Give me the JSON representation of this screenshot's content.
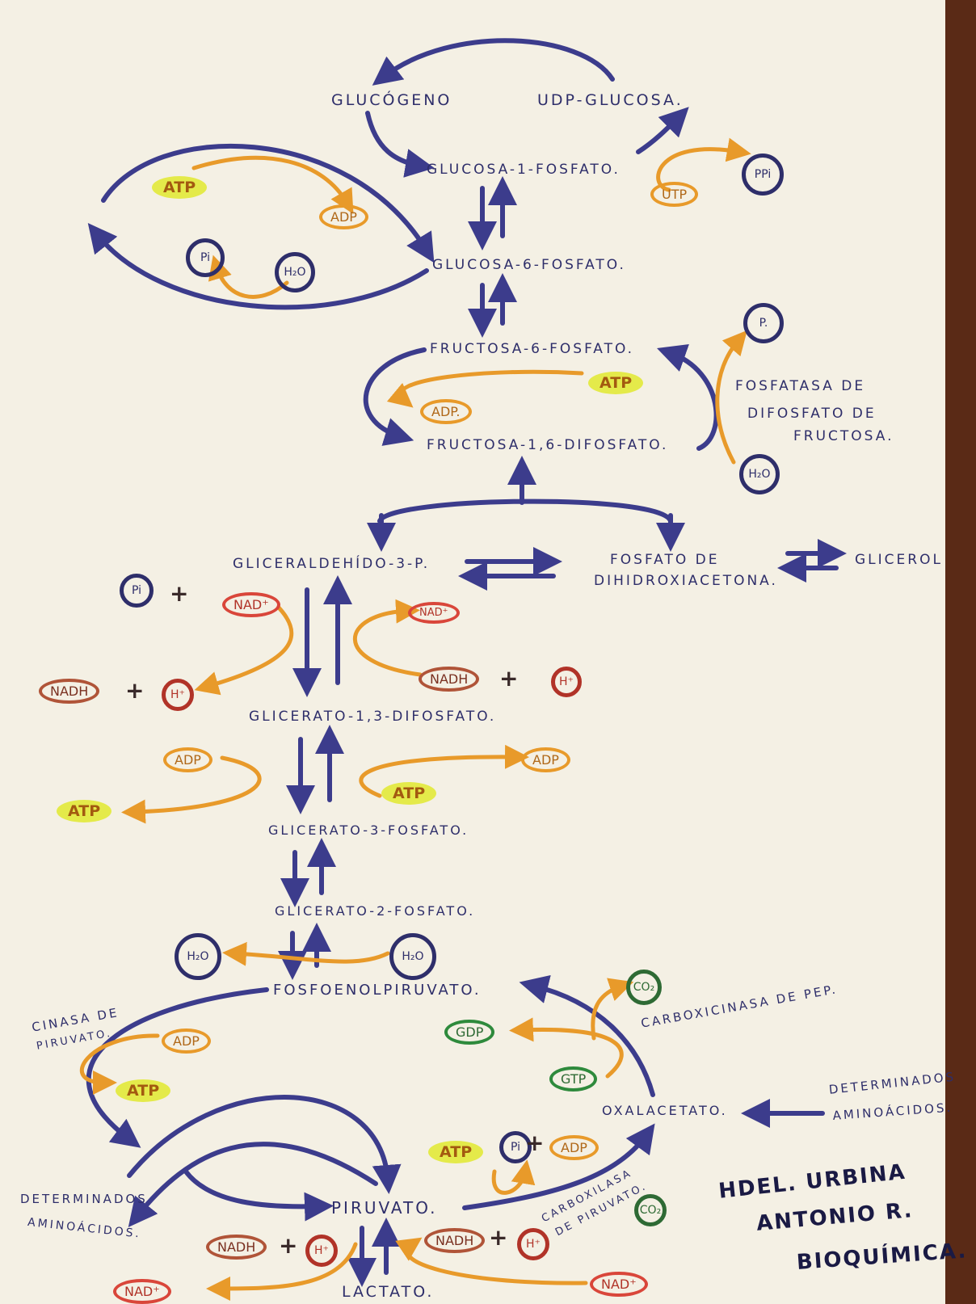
{
  "metabolites": {
    "glucogeno": "GLUCÓGENO",
    "udp_glucosa": "UDP-GLUCOSA.",
    "glucosa_1_fosfato": "GLUCOSA-1-FOSFATO.",
    "glucosa_6_fosfato": "GLUCOSA-6-FOSFATO.",
    "fructosa_6_fosfato": "FRUCTOSA-6-FOSFATO.",
    "fructosa_1_6_difosfato": "FRUCTOSA-1,6-DIFOSFATO.",
    "gliceraldehido_3_p": "GLICERALDEHÍDO-3-P.",
    "fosfato_dihidroxiacetona_1": "FOSFATO DE",
    "fosfato_dihidroxiacetona_2": "DIHIDROXIACETONA.",
    "glicerol": "GLICEROL",
    "glicerato_1_3_difosfato": "GLICERATO-1,3-DIFOSFATO.",
    "glicerato_3_fosfato": "GLICERATO-3-FOSFATO.",
    "glicerato_2_fosfato": "GLICERATO-2-FOSFATO.",
    "fosfoenolpiruvato": "FOSFOENOLPIRUVATO.",
    "oxalacetato": "OXALACETATO.",
    "piruvato": "PIRUVATO.",
    "lactato": "LACTATO."
  },
  "enzymes": {
    "fosfatasa_1": "FOSFATASA DE",
    "fosfatasa_2": "DIFOSFATO DE",
    "fosfatasa_3": "FRUCTOSA.",
    "carboxicinasa": "CARBOXICINASA DE PEP.",
    "cinasa_piruvato_1": "CINASA DE",
    "cinasa_piruvato_2": "PIRUVATO.",
    "carboxilasa_piruvato_1": "CARBOXILASA",
    "carboxilasa_piruvato_2": "DE PIRUVATO."
  },
  "notes": {
    "aminoacidos_right_1": "DETERMINADOS",
    "aminoacidos_right_2": "AMINOÁCIDOS.",
    "aminoacidos_left_1": "DETERMINADOS",
    "aminoacidos_left_2": "AMINOÁCIDOS."
  },
  "cofactors": {
    "atp": "ATP",
    "adp": "ADP",
    "adp_dot": "ADP.",
    "utp": "UTP",
    "ppi": "PPi",
    "pi": "Pi",
    "p_dot": "P.",
    "h2o": "H₂O",
    "nad_plus": "NAD⁺",
    "nadh": "NADH",
    "h_plus": "H⁺",
    "gdp": "GDP",
    "gtp": "GTP",
    "co2": "CO₂"
  },
  "symbols": {
    "plus": "+"
  },
  "signature": {
    "line1": "HDEL. URBINA",
    "line2": "ANTONIO R.",
    "line3": "BIOQUÍMICA."
  },
  "colors": {
    "pathway_arrow": "#3c3c8c",
    "cofactor_arrow": "#e89a2a",
    "highlight": "#e4ea4a",
    "nad_oval": "#d9463a",
    "gtp_oval": "#2e8a3c"
  }
}
